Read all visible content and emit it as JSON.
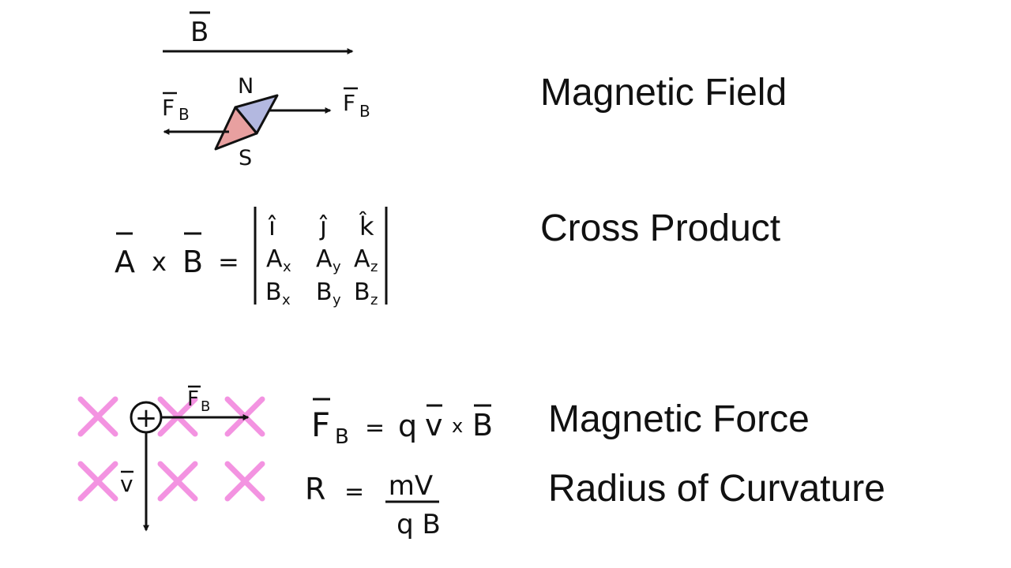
{
  "topics": {
    "magnetic_field": "Magnetic Field",
    "cross_product": "Cross Product",
    "magnetic_force": "Magnetic Force",
    "radius_of_curvature": "Radius of Curvature"
  },
  "field_diagram": {
    "field_label": "B",
    "north_label": "N",
    "south_label": "S",
    "force_label": "F",
    "force_subscript": "B"
  },
  "cross_product": {
    "lhs_a": "A",
    "times": "x",
    "lhs_b": "B",
    "equals": "=",
    "unit_i": "î",
    "unit_j": "ĵ",
    "unit_k": "k̂",
    "ax": "A",
    "ax_sub": "x",
    "ay": "A",
    "ay_sub": "y",
    "az": "A",
    "az_sub": "z",
    "bx": "B",
    "bx_sub": "x",
    "by": "B",
    "by_sub": "y",
    "bz": "B",
    "bz_sub": "z"
  },
  "force_formula": {
    "f": "F",
    "f_sub": "B",
    "equals": "=",
    "q": "q",
    "v": "v",
    "times": "x",
    "b": "B"
  },
  "radius_formula": {
    "r": "R",
    "equals": "=",
    "numerator": "mV",
    "denominator": "q B"
  },
  "charge_diagram": {
    "charge_symbol": "+",
    "force_label": "F",
    "force_subscript": "B",
    "velocity_label": "v"
  },
  "colors": {
    "ink": "#111111",
    "north": "#b3b8e0",
    "north_label": "#3a4aa0",
    "south": "#e8a0a0",
    "south_label": "#cc3030",
    "field_x": "#f070d8"
  }
}
